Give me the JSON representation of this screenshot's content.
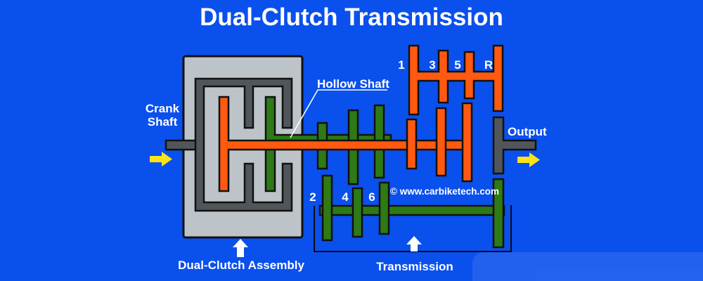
{
  "title": "Dual-Clutch Transmission",
  "labels": {
    "crank_shaft": "Crank Shaft",
    "hollow_shaft": "Hollow Shaft",
    "output": "Output",
    "dual_clutch_assembly": "Dual-Clutch Assembly",
    "transmission": "Transmission"
  },
  "gears_top": [
    "1",
    "3",
    "5",
    "R"
  ],
  "gears_bottom": [
    "2",
    "4",
    "6"
  ],
  "copyright": "© www.carbiketech.com",
  "colors": {
    "background": "#0A50EC",
    "odd_shaft_orange": "#FF5A10",
    "even_shaft_green": "#2E7A15",
    "housing_gray": "#BCC3C9",
    "dark_shaft_gray": "#51565B",
    "arrow_yellow": "#FFE317",
    "outline_black": "#111111",
    "label_white": "#FFFFFF"
  }
}
